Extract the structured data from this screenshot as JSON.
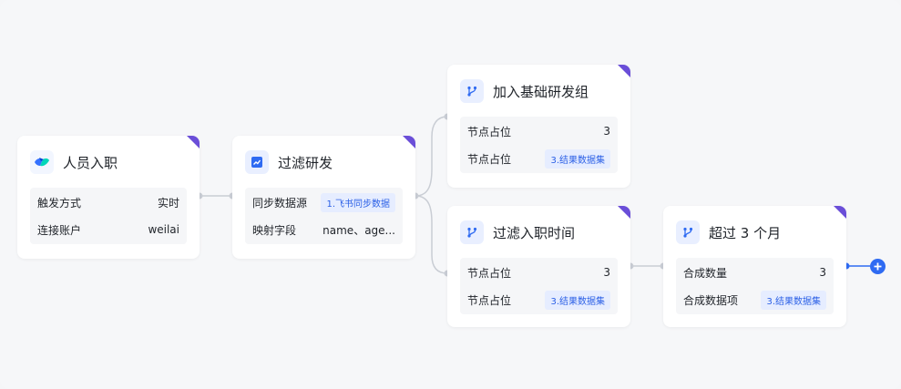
{
  "colors": {
    "accent": "#2f6bf2",
    "corner": "#6a4ed8",
    "tag_text": "#2a5fe6",
    "tag_bg": "#e6edff",
    "wire": "#c9cdd4"
  },
  "nodes": {
    "onboard": {
      "title": "人员入职",
      "icon": "lark-logo-icon",
      "rows": [
        {
          "label": "触发方式",
          "value": "实时"
        },
        {
          "label": "连接账户",
          "value": "weilai"
        }
      ]
    },
    "filter_rd": {
      "title": "过滤研发",
      "icon": "chart-icon",
      "rows": [
        {
          "label": "同步数据源",
          "value": "1.飞书同步数据"
        },
        {
          "label": "映射字段",
          "value": "name、age..."
        }
      ]
    },
    "join_group": {
      "title": "加入基础研发组",
      "icon": "branch-icon",
      "rows": [
        {
          "label": "节点占位",
          "value": "3"
        },
        {
          "label": "节点占位",
          "value": "3.结果数据集"
        }
      ]
    },
    "filter_time": {
      "title": "过滤入职时间",
      "icon": "branch-icon",
      "rows": [
        {
          "label": "节点占位",
          "value": "3"
        },
        {
          "label": "节点占位",
          "value": "3.结果数据集"
        }
      ]
    },
    "over_3m": {
      "title": "超过 3 个月",
      "icon": "branch-icon",
      "rows": [
        {
          "label": "合成数量",
          "value": "3"
        },
        {
          "label": "合成数据项",
          "value": "3.结果数据集"
        }
      ]
    }
  }
}
